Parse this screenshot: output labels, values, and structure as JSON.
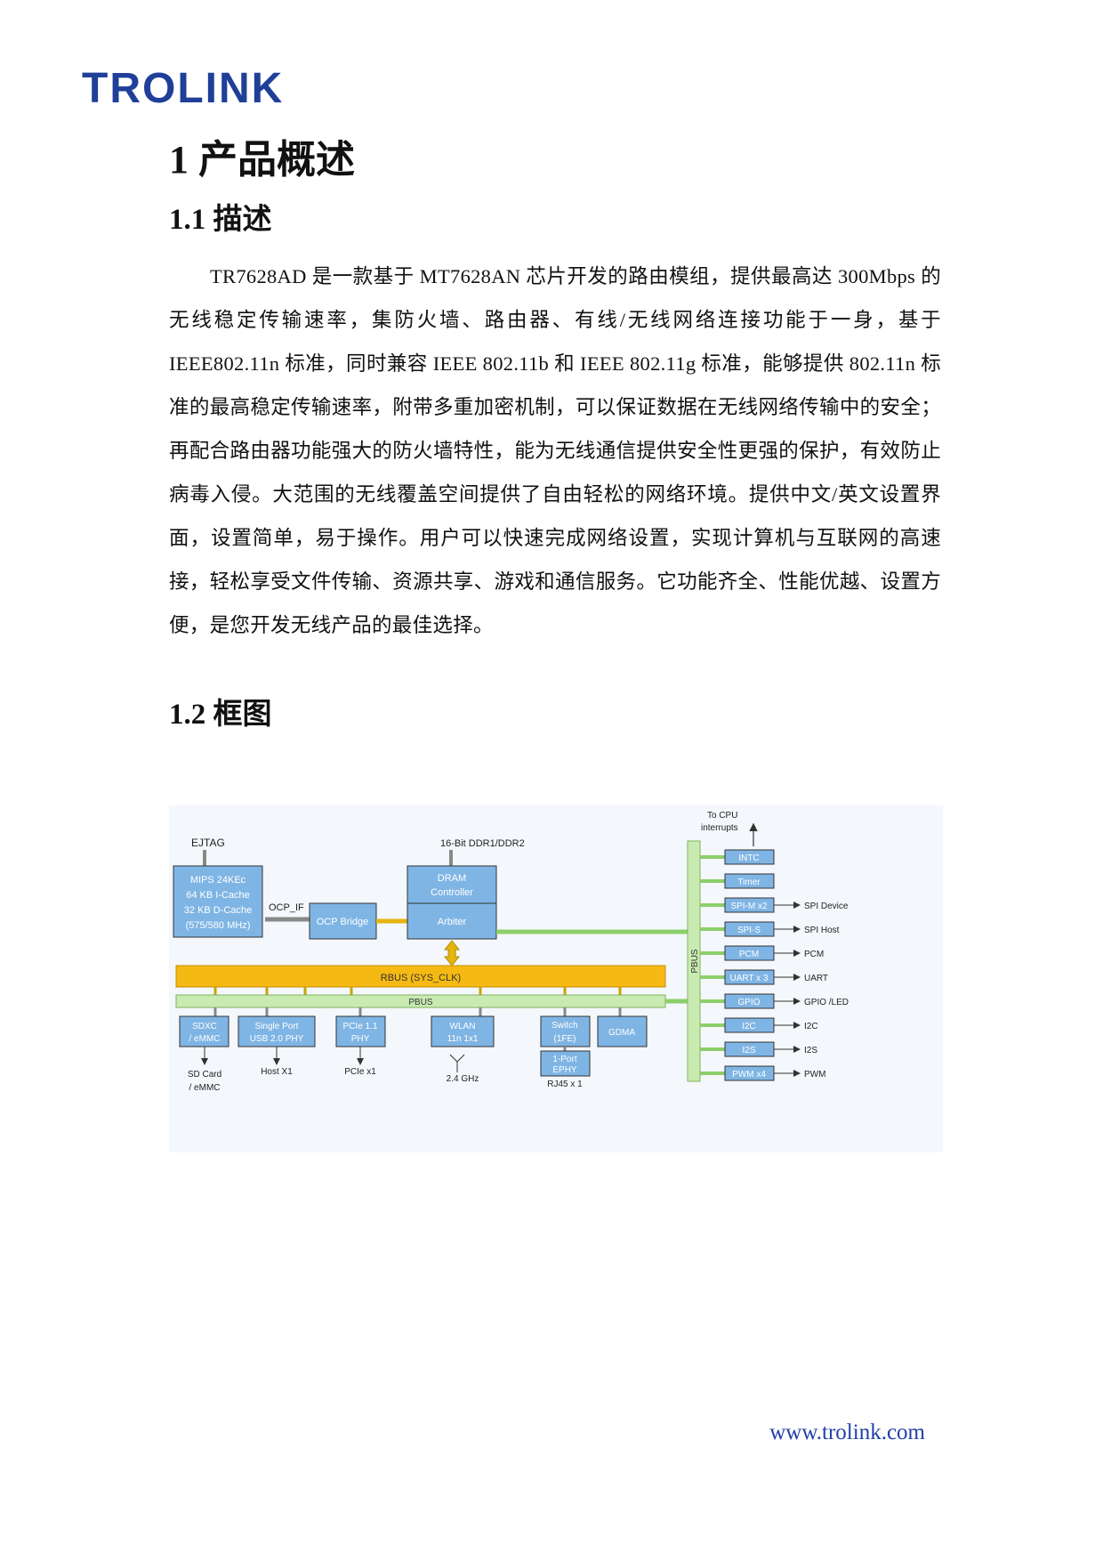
{
  "header": {
    "logo_text": "TROLINK"
  },
  "section1": {
    "title": "1 产品概述"
  },
  "section1_1": {
    "title": "1.1 描述",
    "paragraph": "TR7628AD 是一款基于 MT7628AN 芯片开发的路由模组，提供最高达 300Mbps 的无线稳定传输速率，集防火墙、路由器、有线/无线网络连接功能于一身，基于 IEEE802.11n 标准，同时兼容 IEEE 802.11b 和 IEEE 802.11g 标准，能够提供 802.11n 标准的最高稳定传输速率，附带多重加密机制，可以保证数据在无线网络传输中的安全；再配合路由器功能强大的防火墙特性，能为无线通信提供安全性更强的保护，有效防止病毒入侵。大范围的无线覆盖空间提供了自由轻松的网络环境。提供中文/英文设置界面，设置简单，易于操作。用户可以快速完成网络设置，实现计算机与互联网的高速接，轻松享受文件传输、资源共享、游戏和通信服务。它功能齐全、性能优越、设置方便，是您开发无线产品的最佳选择。"
  },
  "section1_2": {
    "title": "1.2 框图"
  },
  "diagram": {
    "ejtag": "EJTAG",
    "mips": [
      "MIPS 24KEc",
      "64 KB I-Cache",
      "32 KB D-Cache",
      "(575/580 MHz)"
    ],
    "ocp_if": "OCP_IF",
    "ocp_bridge": "OCP Bridge",
    "ddr_label": "16-Bit DDR1/DDR2",
    "dram": [
      "DRAM",
      "Controller"
    ],
    "arbiter": "Arbiter",
    "rbus": "RBUS (SYS_CLK)",
    "pbus": "PBUS",
    "pbus_vertical": "PBUS",
    "cpu_int": [
      "To CPU",
      "interrupts"
    ],
    "periph": [
      {
        "box": "INTC",
        "out": ""
      },
      {
        "box": "Timer",
        "out": ""
      },
      {
        "box": "SPI-M x2",
        "out": "SPI Device"
      },
      {
        "box": "SPI-S",
        "out": "SPI Host"
      },
      {
        "box": "PCM",
        "out": "PCM"
      },
      {
        "box": "UART x 3",
        "out": "UART"
      },
      {
        "box": "GPIO",
        "out": "GPIO /LED"
      },
      {
        "box": "I2C",
        "out": "I2C"
      },
      {
        "box": "I2S",
        "out": "I2S"
      },
      {
        "box": "PWM x4",
        "out": "PWM"
      }
    ],
    "bottom": {
      "sdxc": [
        "SDXC",
        "/ eMMC"
      ],
      "sdxc_out": [
        "SD Card",
        "/ eMMC"
      ],
      "usb": [
        "Single Port",
        "USB 2.0 PHY"
      ],
      "usb_out": "Host X1",
      "pcie": [
        "PCIe 1.1",
        "PHY"
      ],
      "pcie_out": "PCIe x1",
      "wlan": [
        "WLAN",
        "11n 1x1"
      ],
      "wlan_out": "2.4 GHz",
      "switch": [
        "Switch",
        "(1FE)"
      ],
      "ephy": [
        "1-Port",
        "EPHY"
      ],
      "ephy_out": "RJ45 x 1",
      "gdma": "GDMA"
    }
  },
  "footer": {
    "url": "www.trolink.com"
  }
}
